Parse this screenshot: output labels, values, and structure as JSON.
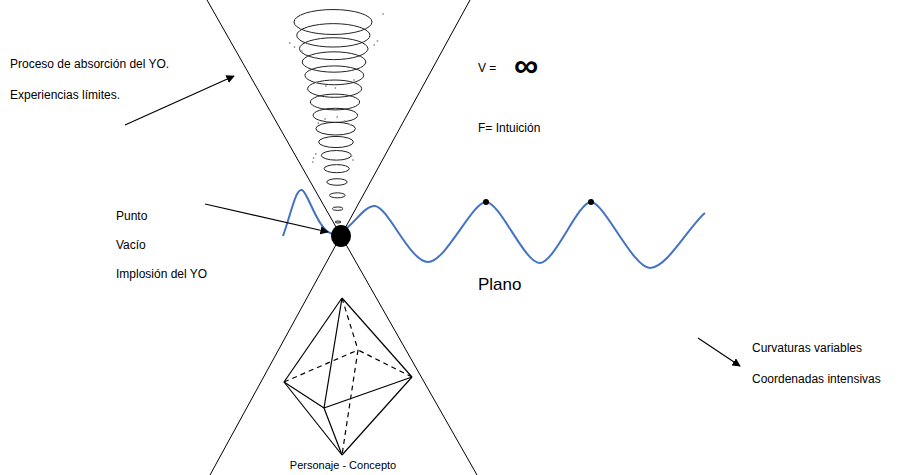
{
  "diagram": {
    "labels": [
      "Proceso de absorción del YO.",
      "Experiencias límites.",
      "V =",
      "∞",
      "F= Intuición",
      "Punto",
      "Vacío",
      "Implosión del YO",
      "Plano",
      "Curvaturas variables",
      "Coordenadas intensivas",
      "Personaje - Concepto"
    ]
  }
}
